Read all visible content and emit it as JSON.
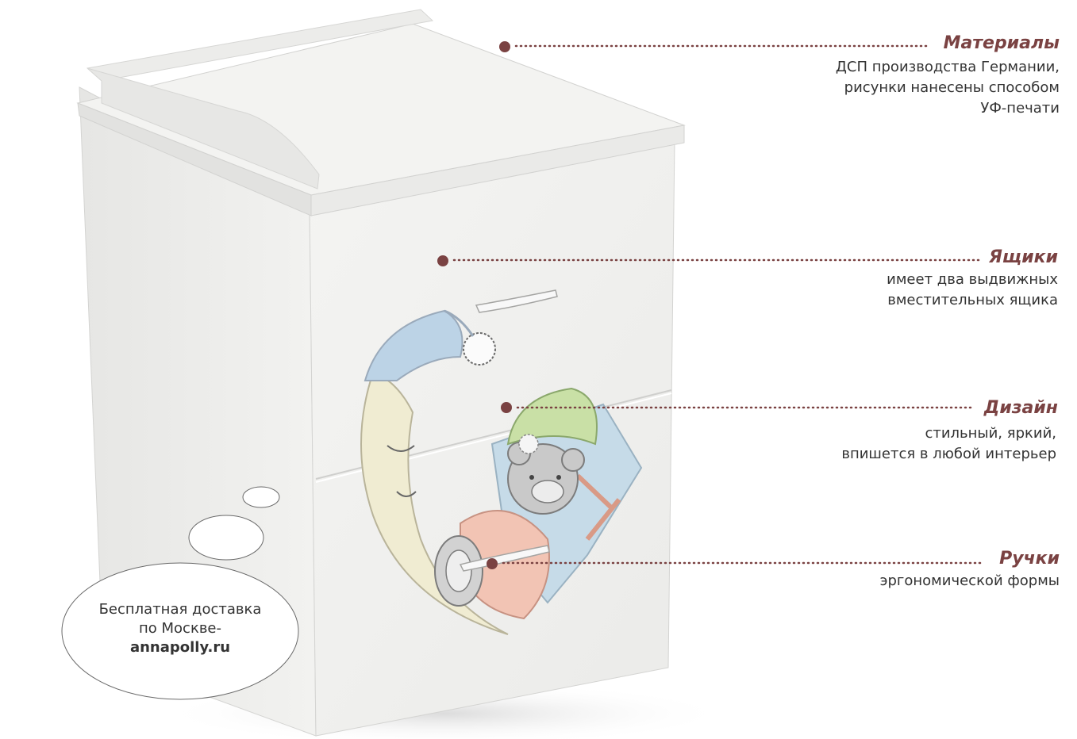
{
  "colors": {
    "accent": "#7a4242",
    "text": "#333333",
    "furniture": "#eeeeec"
  },
  "callouts": [
    {
      "id": "materials",
      "title": "Материалы",
      "lines": [
        "ДСП производства Германии,",
        "рисунки нанесены способом",
        "УФ-печати"
      ]
    },
    {
      "id": "drawers",
      "title": "Ящики",
      "lines": [
        "имеет два выдвижных",
        "вместительных ящика"
      ]
    },
    {
      "id": "design",
      "title": "Дизайн",
      "lines": [
        "стильный, яркий,",
        "впишется в любой интерьер"
      ]
    },
    {
      "id": "handles",
      "title": "Ручки",
      "lines": [
        "эргономической формы"
      ]
    }
  ],
  "delivery": {
    "line1": "Бесплатная доставка",
    "line2": "по Москве-",
    "site": "annapolly.ru"
  }
}
